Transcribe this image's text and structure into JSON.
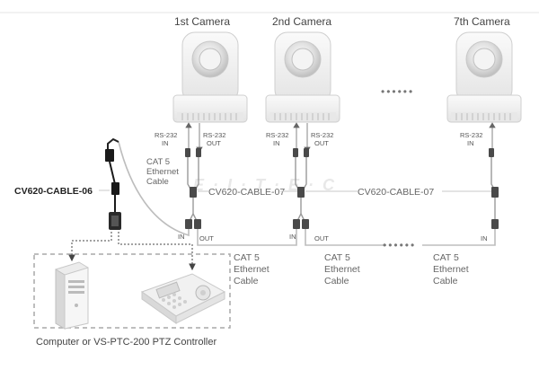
{
  "cameras": [
    {
      "title": "1st Camera",
      "rs232_in": "RS-232\nIN",
      "rs232_out": "RS-232\nOUT",
      "cat5_label": "CAT 5\nEthernet\nCable",
      "port_in": "IN",
      "port_out": "OUT"
    },
    {
      "title": "2nd Camera",
      "rs232_in": "RS-232\nIN",
      "rs232_out": "RS-232\nOUT",
      "port_in": "IN",
      "port_out": "OUT"
    },
    {
      "title": "7th Camera",
      "rs232_in": "RS-232\nIN",
      "port_in": "IN"
    }
  ],
  "ellipsis": "••••••",
  "cables": {
    "adapter": "CV620-CABLE-06",
    "link1": "CV620-CABLE-07",
    "link2": "CV620-CABLE-07"
  },
  "bottom_labels": [
    "CAT 5\nEthernet\nCable",
    "CAT 5\nEthernet\nCable",
    "CAT 5\nEthernet\nCable"
  ],
  "footer": "Computer or  VS-PTC-200 PTZ Controller",
  "watermark": "E·I·T·E·C",
  "colors": {
    "line": "#bdbdbd",
    "dashed_box": "#a8a8a8",
    "camera_body": "#f2f2f2",
    "camera_edge": "#cfcfcf",
    "connector": "#555555",
    "adapter_black": "#1a1a1a"
  }
}
